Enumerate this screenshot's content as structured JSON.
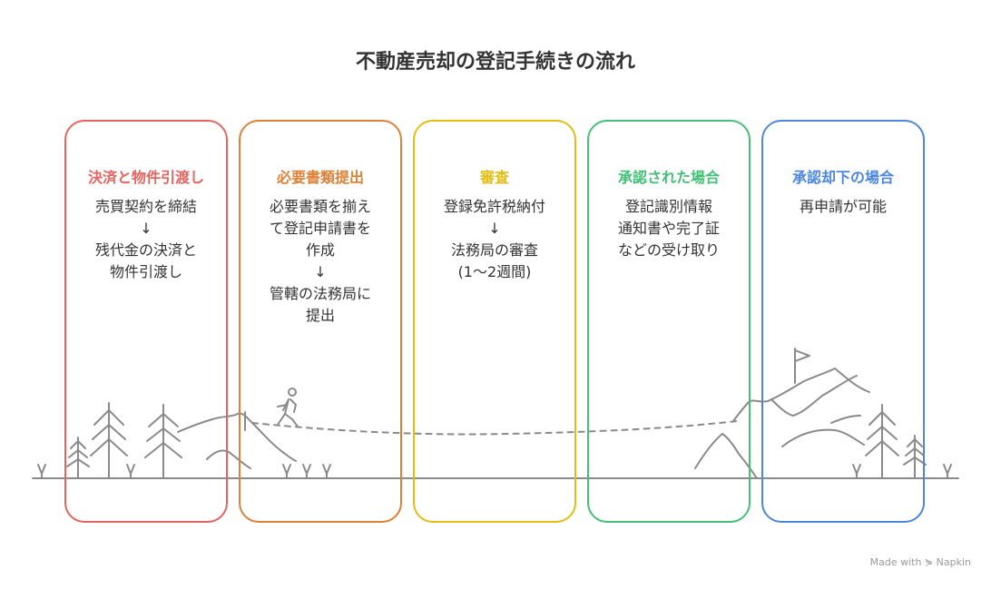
{
  "title": "不動産売却の登記手続きの流れ",
  "cards": [
    {
      "title": "決済と物件引渡し",
      "body": "売買契約を締結\n↓\n残代金の決済と\n物件引渡し",
      "color": "#e5645f"
    },
    {
      "title": "必要書類提出",
      "body": "必要書類を揃え\nて登記申請書を\n作成\n↓\n管轄の法務局に\n提出",
      "color": "#dd8136"
    },
    {
      "title": "審査",
      "body": "登録免許税納付\n↓\n法務局の審査\n(1〜2週間)",
      "color": "#e3bd14"
    },
    {
      "title": "承認された場合",
      "body": "登記識別情報\n通知書や完了証\nなどの受け取り",
      "color": "#45be78"
    },
    {
      "title": "承認却下の場合",
      "body": "再申請が可能",
      "color": "#4d87dc"
    }
  ],
  "footer": "Made with ⋟ Napkin"
}
